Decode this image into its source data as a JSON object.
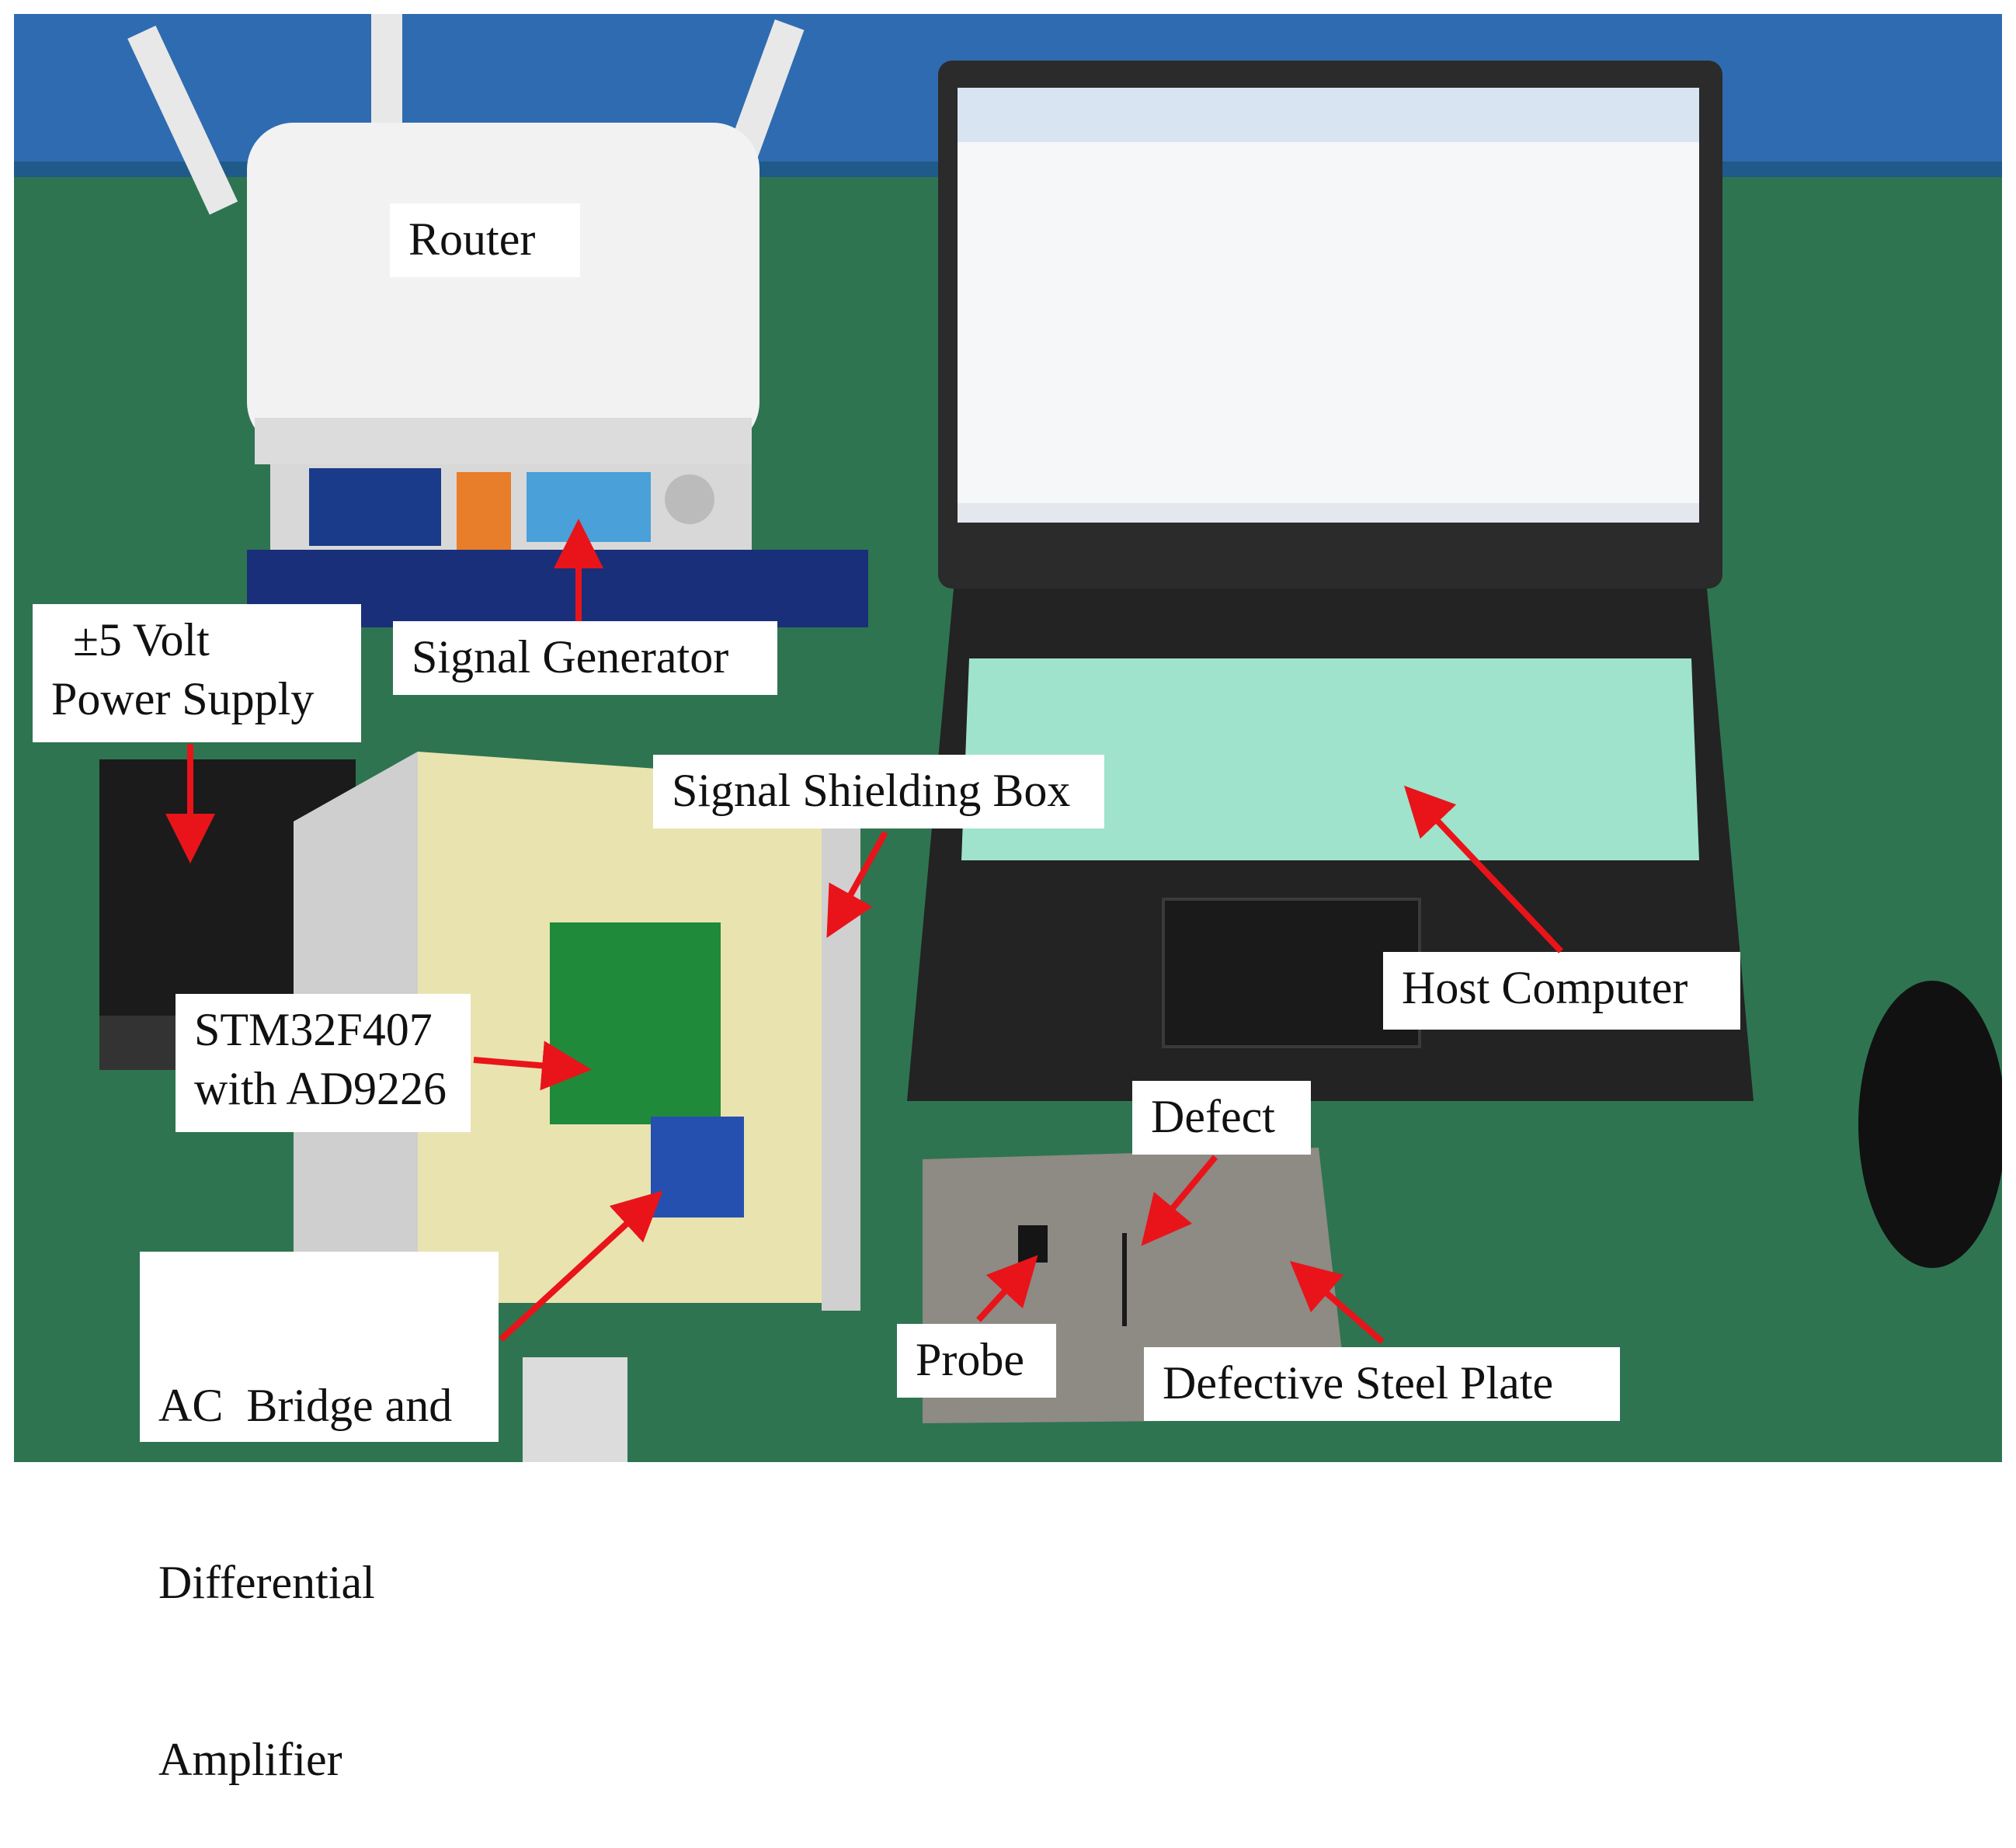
{
  "labels": {
    "router": "Router",
    "signal_generator": "Signal Generator",
    "power_supply": [
      "±5 Volt",
      "Power Supply"
    ],
    "signal_shielding_box": "Signal Shielding Box",
    "host_computer": "Host Computer",
    "stm32": [
      "STM32F407",
      "with AD9226"
    ],
    "defect": "Defect",
    "ac_bridge": [
      "AC  Bridge and",
      "Differential",
      "Amplifier"
    ],
    "probe": "Probe",
    "defective_steel_plate": "Defective Steel Plate"
  },
  "colors": {
    "arrow": "#e8141a",
    "label_bg": "#ffffff",
    "table": "#2a6e4a",
    "wall": "#2f6bb0"
  }
}
